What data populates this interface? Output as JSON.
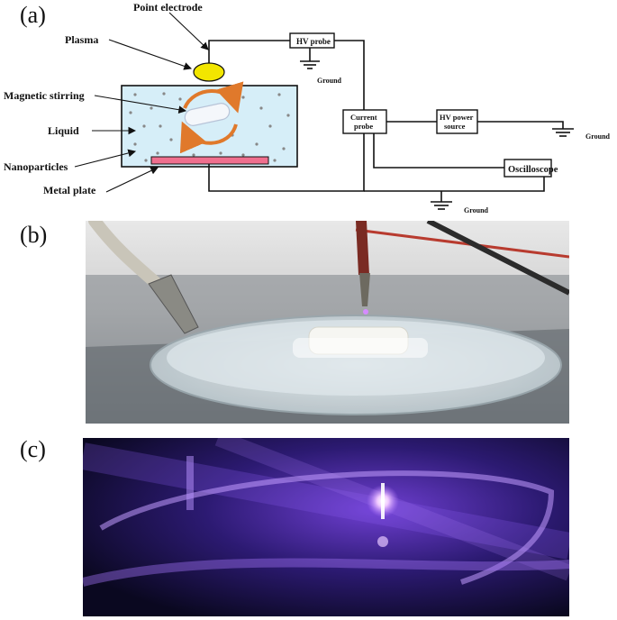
{
  "panels": {
    "a": "(a)",
    "b": "(b)",
    "c": "(c)"
  },
  "diagram": {
    "point_electrode": "Point electrode",
    "plasma": "Plasma",
    "magnetic_stirring": "Magnetic stirring",
    "liquid": "Liquid",
    "nanoparticles": "Nanoparticles",
    "metal_plate": "Metal plate",
    "hv_probe": "HV probe",
    "ground_1": "Ground",
    "current_probe_line1": "Current",
    "current_probe_line2": "probe",
    "hv_source_line1": "HV power",
    "hv_source_line2": "source",
    "ground_2": "Ground",
    "oscilloscope": "Oscilloscope",
    "ground_3": "Ground"
  },
  "colors": {
    "liquid": "#d6eef8",
    "plasma": "#f2e600",
    "metal_plate": "#ef6f8e",
    "stirring_arrows": "#e0792b",
    "glow": "#b77bff"
  }
}
